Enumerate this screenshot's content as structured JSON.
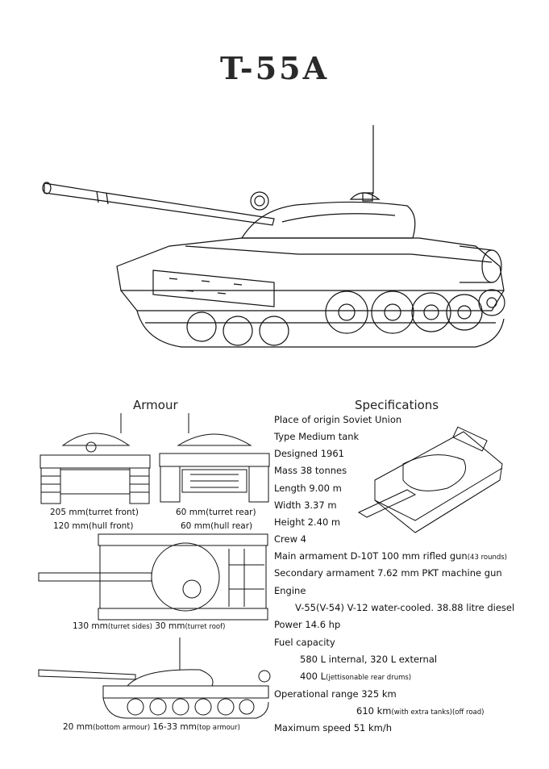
{
  "title": "T-55A",
  "armour": {
    "heading": "Armour",
    "front_caption_1": "205 mm(turret front)",
    "front_caption_2": "120 mm(hull front)",
    "rear_caption_1": "60 mm(turret rear)",
    "rear_caption_2": "60 mm(hull rear)",
    "top_caption_a": "130 mm",
    "top_caption_a_note": "(turret sides)",
    "top_caption_b": " 30 mm",
    "top_caption_b_note": "(turret roof)",
    "side_caption_a": "20 mm",
    "side_caption_a_note": "(bottom armour)",
    "side_caption_b": " 16-33 mm",
    "side_caption_b_note": "(top armour)"
  },
  "specs": {
    "heading": "Specifications",
    "origin": "Place of origin Soviet Union",
    "type": "Type Medium tank",
    "designed": "Designed 1961",
    "mass": "Mass 38 tonnes",
    "length": "Length 9.00 m",
    "width": "Width 3.37 m",
    "height": "Height 2.40 m",
    "crew": "Crew 4",
    "main_armament": "Main armament D-10T 100 mm rifled gun",
    "main_armament_note": "(43 rounds)",
    "secondary_armament": "Secondary armament 7.62 mm PKT machine gun",
    "engine_label": "Engine",
    "engine_value": "V-55(V-54) V-12 water-cooled. 38.88 litre diesel",
    "power": "Power 14.6 hp",
    "fuel_label": "Fuel capacity",
    "fuel_1": "580 L internal, 320 L external",
    "fuel_2": "400 L",
    "fuel_2_note": "(jettisonable rear drums)",
    "range": "Operational range 325 km",
    "range_2": "610 km",
    "range_2_note": "(with extra tanks)(off road)",
    "speed": "Maximum speed 51 km/h"
  }
}
